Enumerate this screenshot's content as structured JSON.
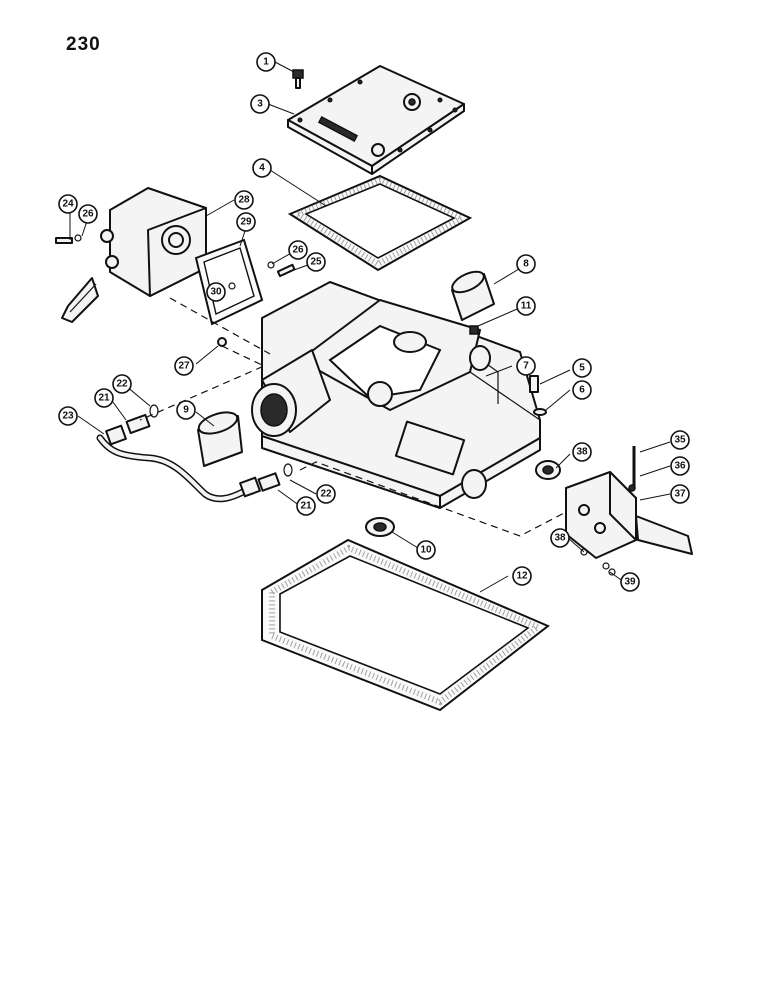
{
  "page_number": "230",
  "callouts": [
    {
      "id": "c1",
      "label": "1"
    },
    {
      "id": "c3",
      "label": "3"
    },
    {
      "id": "c4",
      "label": "4"
    },
    {
      "id": "c24",
      "label": "24"
    },
    {
      "id": "c26a",
      "label": "26"
    },
    {
      "id": "c28",
      "label": "28"
    },
    {
      "id": "c29",
      "label": "29"
    },
    {
      "id": "c26b",
      "label": "26"
    },
    {
      "id": "c25",
      "label": "25"
    },
    {
      "id": "c30",
      "label": "30"
    },
    {
      "id": "c8",
      "label": "8"
    },
    {
      "id": "c11",
      "label": "11"
    },
    {
      "id": "c27",
      "label": "27"
    },
    {
      "id": "c7",
      "label": "7"
    },
    {
      "id": "c5",
      "label": "5"
    },
    {
      "id": "c6",
      "label": "6"
    },
    {
      "id": "c22a",
      "label": "22"
    },
    {
      "id": "c21a",
      "label": "21"
    },
    {
      "id": "c23",
      "label": "23"
    },
    {
      "id": "c9",
      "label": "9"
    },
    {
      "id": "c38",
      "label": "38"
    },
    {
      "id": "c35",
      "label": "35"
    },
    {
      "id": "c36",
      "label": "36"
    },
    {
      "id": "c37",
      "label": "37"
    },
    {
      "id": "c22b",
      "label": "22"
    },
    {
      "id": "c21b",
      "label": "21"
    },
    {
      "id": "c10",
      "label": "10"
    },
    {
      "id": "c38b",
      "label": "38"
    },
    {
      "id": "c12",
      "label": "12"
    },
    {
      "id": "c39",
      "label": "39"
    }
  ]
}
